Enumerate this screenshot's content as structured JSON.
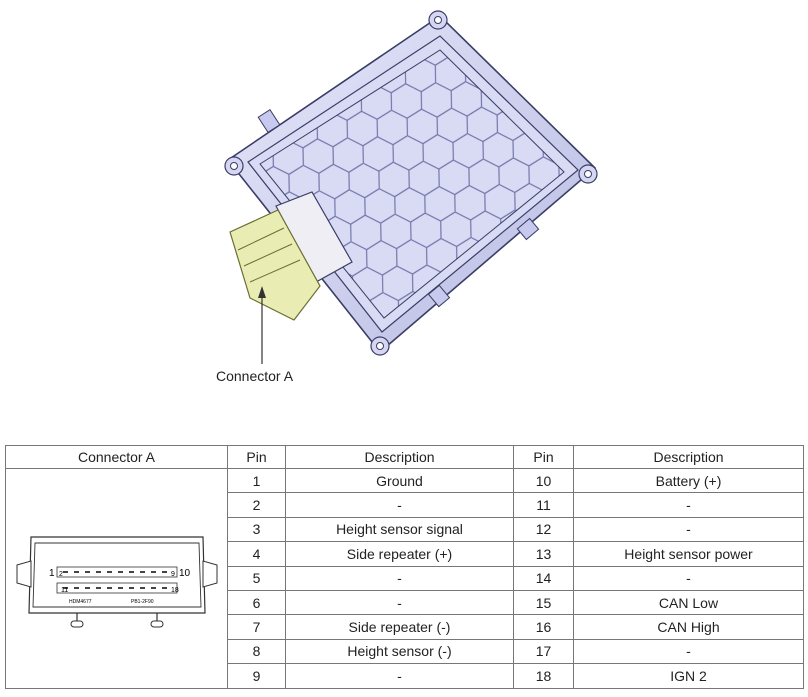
{
  "figure": {
    "callout_label": "Connector A"
  },
  "connector_drawing": {
    "pin_1": "1",
    "pin_2": "2",
    "pin_9": "9",
    "pin_10": "10",
    "pin_11": "11",
    "pin_18": "18",
    "part_no_left": "HDM4677",
    "part_no_right": "PB1-2F90"
  },
  "table": {
    "headers": [
      "Connector A",
      "Pin",
      "Description",
      "Pin",
      "Description"
    ],
    "rows": [
      {
        "pin_a": "1",
        "desc_a": "Ground",
        "pin_b": "10",
        "desc_b": "Battery (+)"
      },
      {
        "pin_a": "2",
        "desc_a": "-",
        "pin_b": "11",
        "desc_b": "-"
      },
      {
        "pin_a": "3",
        "desc_a": "Height sensor signal",
        "pin_b": "12",
        "desc_b": "-"
      },
      {
        "pin_a": "4",
        "desc_a": "Side repeater (+)",
        "pin_b": "13",
        "desc_b": "Height sensor power"
      },
      {
        "pin_a": "5",
        "desc_a": "-",
        "pin_b": "14",
        "desc_b": "-"
      },
      {
        "pin_a": "6",
        "desc_a": "-",
        "pin_b": "15",
        "desc_b": "CAN Low"
      },
      {
        "pin_a": "7",
        "desc_a": "Side repeater (-)",
        "pin_b": "16",
        "desc_b": "CAN High"
      },
      {
        "pin_a": "8",
        "desc_a": "Height sensor (-)",
        "pin_b": "17",
        "desc_b": "-"
      },
      {
        "pin_a": "9",
        "desc_a": "-",
        "pin_b": "18",
        "desc_b": "IGN 2"
      }
    ]
  }
}
